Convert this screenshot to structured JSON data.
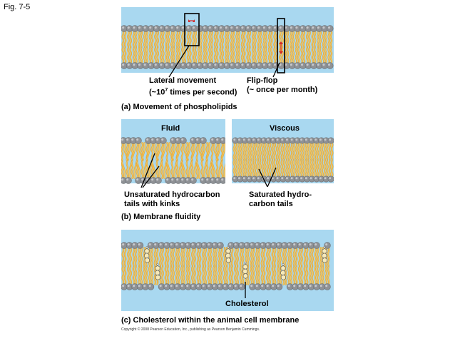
{
  "figure_label": "Fig. 7-5",
  "panel_a": {
    "caption": "(a) Movement of phospholipids",
    "lateral_label_line1": "Lateral movement",
    "lateral_label_line2_pre": "(~10",
    "lateral_label_sup": "7",
    "lateral_label_line2_post": " times per second)",
    "flipflop_label_line1": "Flip-flop",
    "flipflop_label_line2": "(~ once per month)"
  },
  "panel_b": {
    "caption": "(b) Membrane fluidity",
    "fluid_title": "Fluid",
    "viscous_title": "Viscous",
    "unsat_label_line1": "Unsaturated hydrocarbon",
    "unsat_label_line2": "tails with kinks",
    "sat_label_line1": "Saturated hydro-",
    "sat_label_line2": "carbon tails"
  },
  "panel_c": {
    "caption": "(c) Cholesterol within the animal cell membrane",
    "cholesterol_label": "Cholesterol"
  },
  "copyright": "Copyright © 2008 Pearson Education, Inc., publishing as Pearson Benjamin Cummings.",
  "colors": {
    "water": "#a9d8f0",
    "head_gray": "#8f9296",
    "tail_gold": "#e4aa3a",
    "tail_light": "#f4cf72",
    "arrow_red": "#d42a2a",
    "cholesterol_fill": "#f6e9b8"
  }
}
